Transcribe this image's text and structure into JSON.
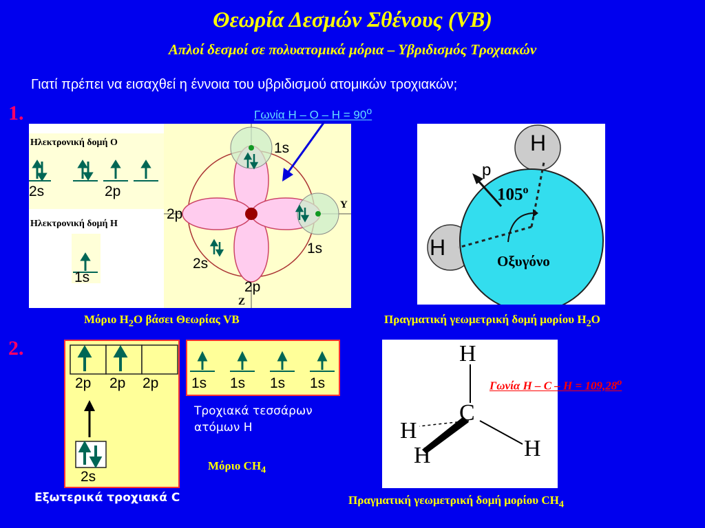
{
  "title": "Θεωρία Δεσμών Σθένους (VB)",
  "subtitle": "Απλοί δεσμοί σε πολυατομικά μόρια – Υβριδισμός Τροχιακών",
  "question": "Γιατί πρέπει να εισαχθεί η έννοια του υβριδισμού ατομικών τροχιακών;",
  "section1": {
    "number": "1.",
    "angle_label": "Γωνία H – O – H = 90",
    "angle_sup": "o",
    "electron_O_heading": "Ηλεκτρονική δομή O",
    "electron_H_heading": "Ηλεκτρονική δομή H",
    "O_2s_label": "2s",
    "O_2p_label": "2p",
    "H_1s_label": "1s",
    "diagram_labels": {
      "s1_top": "1s",
      "p_left": "2p",
      "s2": "2s",
      "s1_right": "1s",
      "p_bottom": "2p",
      "y_axis": "Y",
      "z_axis": "Z"
    },
    "caption_left": {
      "pre": "Μόριο H",
      "sub": "2",
      "post": "O βάσει Θεωρίας VB"
    },
    "water_labels": {
      "h_top": "H",
      "h_left": "H",
      "p": "p",
      "angle": "105",
      "angle_sup": "o",
      "oxygen": "Οξυγόνο"
    },
    "caption_right": {
      "pre": "Πραγματική γεωμετρική δομή μορίου H",
      "sub": "2",
      "post": "O"
    }
  },
  "section2": {
    "number": "2.",
    "C_2p_labels": [
      "2p",
      "2p",
      "2p"
    ],
    "C_2s_label": "2s",
    "H_1s_labels": [
      "1s",
      "1s",
      "1s",
      "1s"
    ],
    "h_orbitals_text_line1": "Τροχιακά τεσσάρων",
    "h_orbitals_text_line2": "ατόμων H",
    "ch4_label": {
      "pre": "Μόριο CH",
      "sub": "4"
    },
    "outer_C_label": "Εξωτερικά τροχιακά C",
    "angle_label": "Γωνία H – C – H = 109,28",
    "angle_sup": "o",
    "ch4_atoms": {
      "top": "H",
      "center": "C",
      "left": "H",
      "left_low": "H",
      "right": "H"
    },
    "caption": {
      "pre": "Πραγματική γεωμετρική δομή μορίου CH",
      "sub": "4"
    }
  },
  "colors": {
    "background": "#0000ee",
    "title": "#ffff00",
    "number": "#ff0066",
    "arrow": "#006655",
    "panel_yellow": "#ffff99"
  }
}
